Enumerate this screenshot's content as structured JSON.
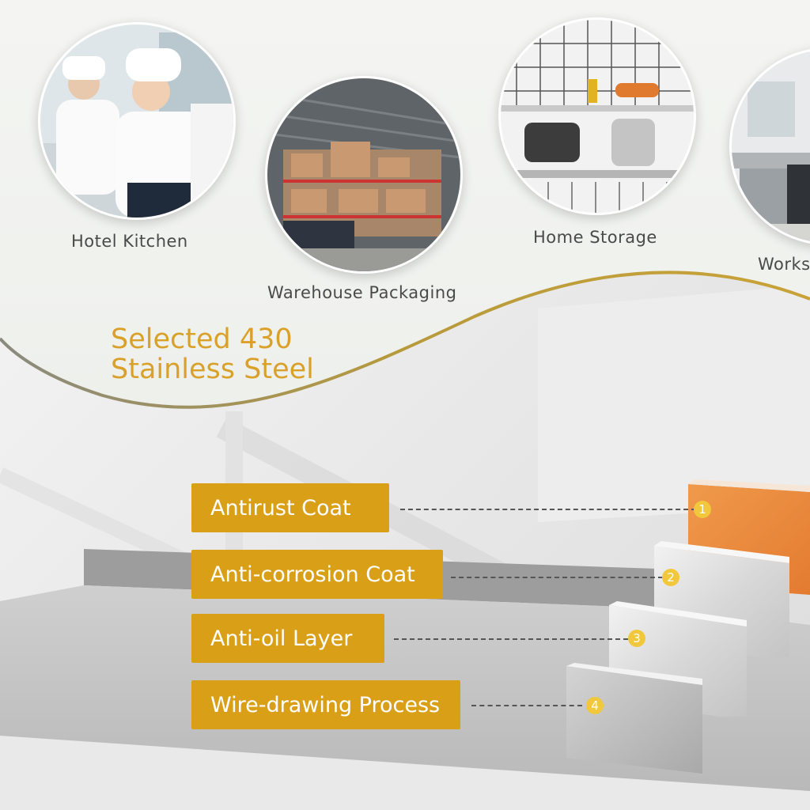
{
  "scenarios": [
    {
      "label": "Hotel Kitchen"
    },
    {
      "label": "Warehouse Packaging"
    },
    {
      "label": "Home Storage"
    },
    {
      "label": "Works"
    }
  ],
  "headline": {
    "line1": "Selected 430",
    "line2": "Stainless Steel"
  },
  "layers": [
    {
      "label": "Antirust Coat",
      "number": "1"
    },
    {
      "label": "Anti-corrosion Coat",
      "number": "2"
    },
    {
      "label": "Anti-oil Layer",
      "number": "3"
    },
    {
      "label": "Wire-drawing Process",
      "number": "4"
    }
  ],
  "colors": {
    "accent_gold": "#d9a017",
    "wave_gold": "#c9a338",
    "copper_plate": "#e8893f"
  }
}
